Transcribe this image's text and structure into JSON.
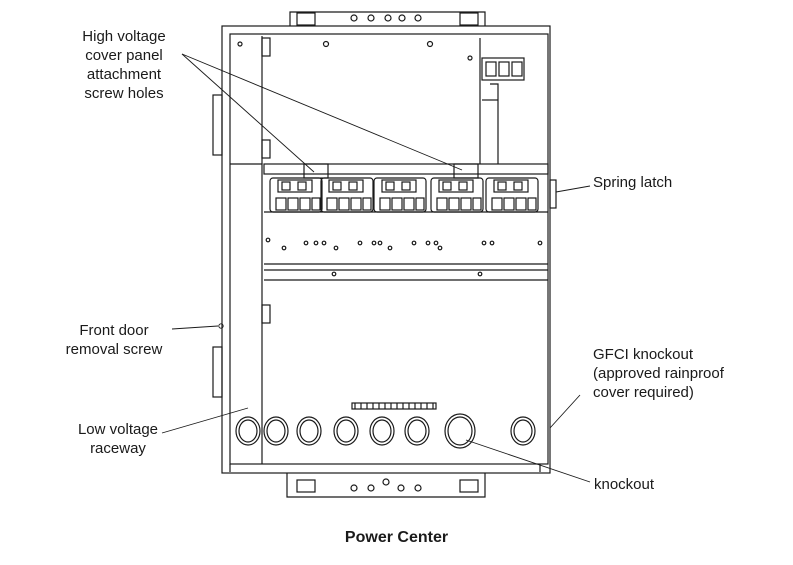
{
  "callouts": {
    "hv_screw_holes": [
      "High voltage",
      "cover panel",
      "attachment",
      "screw holes"
    ],
    "spring_latch": [
      "Spring latch"
    ],
    "front_door_screw": [
      "Front door",
      "removal screw"
    ],
    "gfci_knockout": [
      "GFCI knockout",
      "(approved rainproof",
      "cover required)"
    ],
    "low_voltage_raceway": [
      "Low voltage",
      "raceway"
    ],
    "knockout": [
      "knockout"
    ]
  },
  "caption": "Power Center",
  "colors": {
    "line": "#1a1a1a",
    "background": "#ffffff"
  }
}
